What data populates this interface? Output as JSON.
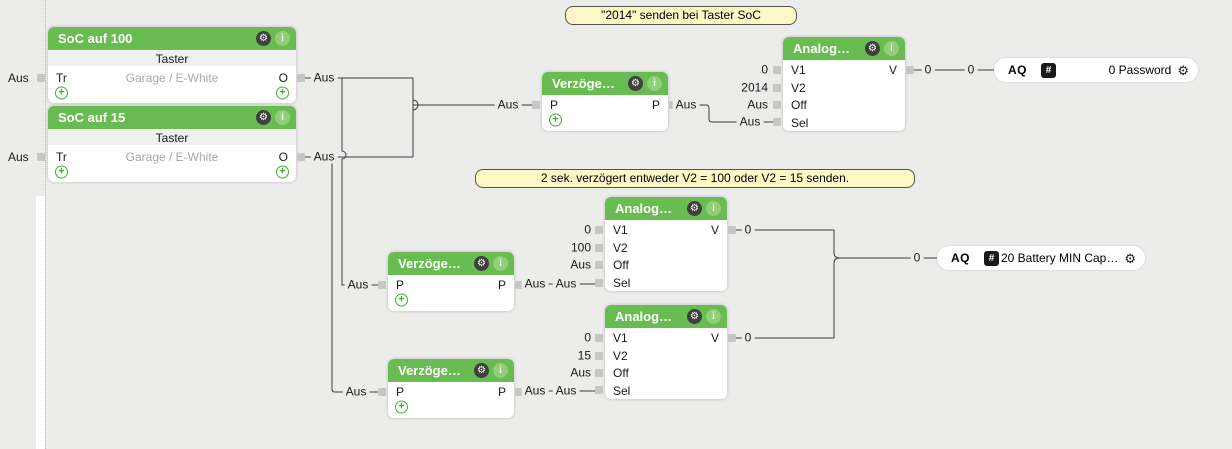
{
  "colors": {
    "accent_green": "#69bc51",
    "info_green": "#8fcf75",
    "gear_dark": "#404040",
    "note_bg": "#fcf7c5",
    "canvas_bg": "#ececeb",
    "wire": "#3c3c3c"
  },
  "notes": {
    "top": "\"2014\" senden bei Taster SoC",
    "middle": "2 sek. verzögert entweder V2 = 100 oder V2 = 15 senden."
  },
  "blocks": {
    "taster_100": {
      "title": "SoC auf 100",
      "type": "Taster",
      "description": "Garage / E-White",
      "input": "Tr",
      "output": "O",
      "input_value": "Aus"
    },
    "taster_15": {
      "title": "SoC auf 15",
      "type": "Taster",
      "description": "Garage / E-White",
      "input": "Tr",
      "output": "O",
      "input_value": "Aus"
    },
    "delay_top": {
      "title": "Verzöge…",
      "input": "P",
      "output": "P"
    },
    "delay_mid": {
      "title": "Verzöge…",
      "input": "P",
      "output": "P"
    },
    "delay_bot": {
      "title": "Verzöge…",
      "input": "P",
      "output": "P"
    },
    "analog_top": {
      "title": "Analog…",
      "inputs": [
        "V1",
        "V2",
        "Off",
        "Sel"
      ],
      "values": [
        "0",
        "2014",
        "Aus"
      ],
      "output": "V"
    },
    "analog_mid": {
      "title": "Analog…",
      "inputs": [
        "V1",
        "V2",
        "Off",
        "Sel"
      ],
      "values": [
        "0",
        "100",
        "Aus"
      ],
      "output": "V"
    },
    "analog_bot": {
      "title": "Analog…",
      "inputs": [
        "V1",
        "V2",
        "Off",
        "Sel"
      ],
      "values": [
        "0",
        "15",
        "Aus"
      ],
      "output": "V"
    }
  },
  "outputs": {
    "password": {
      "type": "AQ",
      "badge": "#",
      "name": "0 Password"
    },
    "battery": {
      "type": "AQ",
      "badge": "#",
      "name": "20 Battery MIN Cap…"
    }
  },
  "wire_states": {
    "off": "Aus",
    "zero": "0"
  },
  "icons": {
    "gear": "⚙",
    "info": "i",
    "plus": "+"
  }
}
